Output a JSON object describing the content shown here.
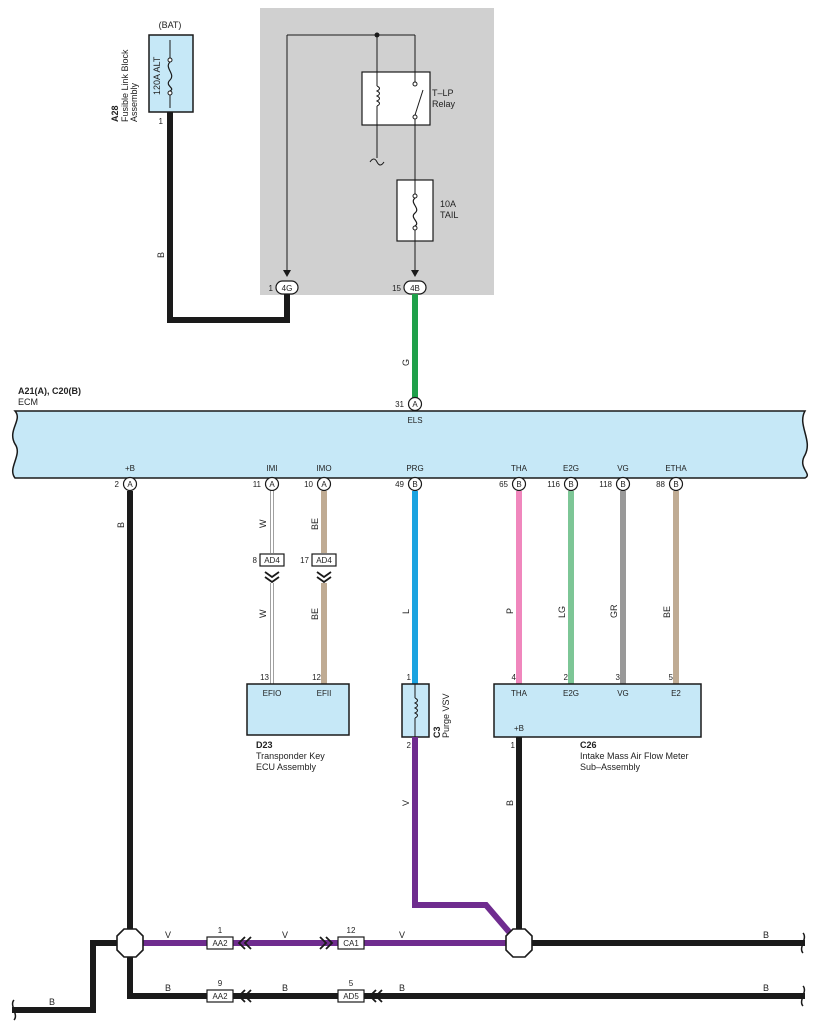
{
  "colors": {
    "black": "#1a1a1a",
    "green": "#1fa04a",
    "blue": "#1aa3e0",
    "violet": "#6f2c8f",
    "pink": "#f087bd",
    "light_green": "#7dc696",
    "gray": "#999999",
    "beige": "#bfab93",
    "white_wire": "#d8d8d8",
    "component_fill": "#c6e8f7",
    "junction_fill": "#d0d0d0"
  },
  "fusible_block": {
    "top_label": "(BAT)",
    "fuse_label": "120A ALT",
    "id": "A28",
    "name_1": "Fusible Link Block",
    "name_2": "Assembly",
    "pin": "1"
  },
  "junction_block": {
    "relay_name_1": "T–LP",
    "relay_name_2": "Relay",
    "fuse_amp": "10A",
    "fuse_name": "TAIL",
    "left_pin": "1",
    "left_conn": "4G",
    "right_pin": "15",
    "right_conn": "4B"
  },
  "ecm": {
    "id": "A21(A), C20(B)",
    "name": "ECM",
    "top_pin": {
      "num": "31",
      "conn": "A",
      "label": "ELS"
    },
    "pins": [
      {
        "label": "+B",
        "num": "2",
        "conn": "A"
      },
      {
        "label": "IMI",
        "num": "11",
        "conn": "A"
      },
      {
        "label": "IMO",
        "num": "10",
        "conn": "A"
      },
      {
        "label": "PRG",
        "num": "49",
        "conn": "B"
      },
      {
        "label": "THA",
        "num": "65",
        "conn": "B"
      },
      {
        "label": "E2G",
        "num": "116",
        "conn": "B"
      },
      {
        "label": "VG",
        "num": "118",
        "conn": "B"
      },
      {
        "label": "ETHA",
        "num": "88",
        "conn": "B"
      }
    ]
  },
  "wire_colors": {
    "bat": "B",
    "tail": "G",
    "plus_b": "B",
    "imi_upper": "W",
    "imi_lower": "W",
    "imo_upper": "BE",
    "imo_lower": "BE",
    "prg": "L",
    "tha": "P",
    "e2g": "LG",
    "vg": "GR",
    "etha": "BE",
    "vsv_out": "V",
    "c26_out": "B"
  },
  "connectors": {
    "ad4_left": {
      "pin": "8",
      "name": "AD4"
    },
    "ad4_right": {
      "pin": "17",
      "name": "AD4"
    },
    "aa2_top": {
      "pin": "1",
      "name": "AA2"
    },
    "ca1": {
      "pin": "12",
      "name": "CA1"
    },
    "aa2_bottom": {
      "pin": "9",
      "name": "AA2"
    },
    "ad5": {
      "pin": "5",
      "name": "AD5"
    }
  },
  "d23": {
    "id": "D23",
    "name_1": "Transponder Key",
    "name_2": "ECU Assembly",
    "pins": [
      {
        "num": "13",
        "label": "EFIO"
      },
      {
        "num": "12",
        "label": "EFII"
      }
    ]
  },
  "c3": {
    "id": "C3",
    "name": "Purge VSV",
    "pin_top": "1",
    "pin_bottom": "2"
  },
  "c26": {
    "id": "C26",
    "name_1": "Intake Mass Air Flow Meter",
    "name_2": "Sub–Assembly",
    "pins": [
      {
        "num": "4",
        "label": "THA"
      },
      {
        "num": "2",
        "label": "E2G"
      },
      {
        "num": "3",
        "label": "VG"
      },
      {
        "num": "5",
        "label": "E2"
      }
    ],
    "bottom_pin": {
      "num": "1",
      "label": "+B"
    }
  },
  "bottom_bus": {
    "v1": "V",
    "v2": "V",
    "v3": "V",
    "b_right_top": "B",
    "b_bottom_1": "B",
    "b_bottom_2": "B",
    "b_bottom_3": "B",
    "b_bottom_right": "B",
    "b_far_left": "B"
  }
}
